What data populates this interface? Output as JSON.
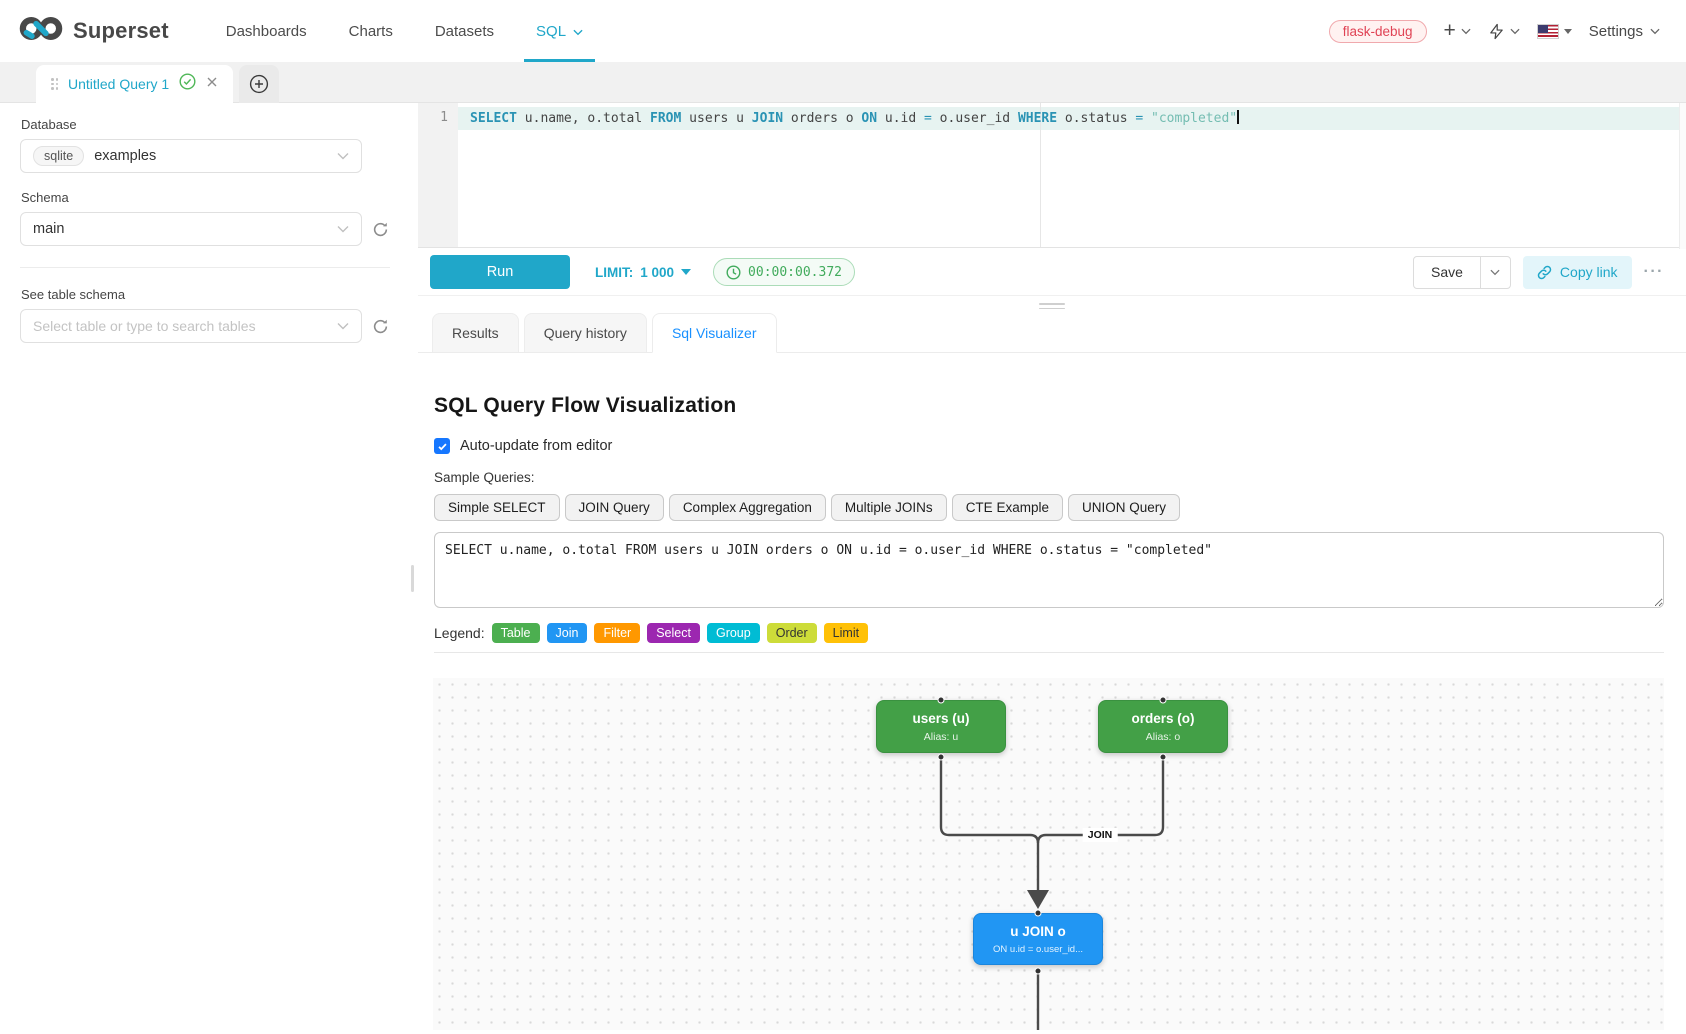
{
  "colors": {
    "accent": "#20a7c9",
    "active_result_tab": "#1890ff",
    "env_tag": "#e04355",
    "timer_green": "#41ab5c",
    "table_node_green": "#43a047",
    "join_node_blue": "#2196f3"
  },
  "navbar": {
    "brand": "Superset",
    "items": [
      {
        "label": "Dashboards"
      },
      {
        "label": "Charts"
      },
      {
        "label": "Datasets"
      },
      {
        "label": "SQL"
      }
    ],
    "env_tag": "flask-debug",
    "settings": "Settings"
  },
  "query_tab": {
    "title": "Untitled Query 1"
  },
  "sidebar": {
    "database_label": "Database",
    "database_engine": "sqlite",
    "database_name": "examples",
    "schema_label": "Schema",
    "schema_value": "main",
    "table_schema_label": "See table schema",
    "table_placeholder": "Select table or type to search tables"
  },
  "editor": {
    "line_number": "1",
    "sql": "SELECT u.name, o.total FROM users u JOIN orders o ON u.id = o.user_id WHERE o.status = \"completed\"",
    "tokens": [
      {
        "type": "kw",
        "text": "SELECT"
      },
      {
        "type": "plain",
        "text": " u.name, o.total "
      },
      {
        "type": "kw",
        "text": "FROM"
      },
      {
        "type": "plain",
        "text": " users u "
      },
      {
        "type": "kw",
        "text": "JOIN"
      },
      {
        "type": "plain",
        "text": " orders o "
      },
      {
        "type": "kw",
        "text": "ON"
      },
      {
        "type": "plain",
        "text": " u.id "
      },
      {
        "type": "op",
        "text": "="
      },
      {
        "type": "plain",
        "text": " o.user_id "
      },
      {
        "type": "kw",
        "text": "WHERE"
      },
      {
        "type": "plain",
        "text": " o.status "
      },
      {
        "type": "op",
        "text": "="
      },
      {
        "type": "plain",
        "text": " "
      },
      {
        "type": "str",
        "text": "\"completed\""
      }
    ]
  },
  "toolbar": {
    "run": "Run",
    "limit_label": "LIMIT:",
    "limit_value": "1 000",
    "timer": "00:00:00.372",
    "save": "Save",
    "copy_link": "Copy link",
    "more": "···"
  },
  "south_tabs": [
    {
      "label": "Results"
    },
    {
      "label": "Query history"
    },
    {
      "label": "Sql Visualizer"
    }
  ],
  "visualizer": {
    "title": "SQL Query Flow Visualization",
    "auto_update_label": "Auto-update from editor",
    "auto_update_checked": true,
    "sample_label": "Sample Queries:",
    "samples": [
      {
        "label": "Simple SELECT"
      },
      {
        "label": "JOIN Query"
      },
      {
        "label": "Complex Aggregation"
      },
      {
        "label": "Multiple JOINs"
      },
      {
        "label": "CTE Example"
      },
      {
        "label": "UNION Query"
      }
    ],
    "sql_text": "SELECT u.name, o.total FROM users u JOIN orders o ON u.id = o.user_id WHERE o.status = \"completed\"",
    "legend_label": "Legend:",
    "legend": [
      {
        "label": "Table",
        "color": "#4caf50"
      },
      {
        "label": "Join",
        "color": "#2196f3"
      },
      {
        "label": "Filter",
        "color": "#ff9800"
      },
      {
        "label": "Select",
        "color": "#9c27b0"
      },
      {
        "label": "Group",
        "color": "#00bcd4"
      },
      {
        "label": "Order",
        "color": "#cddc39",
        "dark_text": true
      },
      {
        "label": "Limit",
        "color": "#ffc107",
        "dark_text": true
      }
    ],
    "flow": {
      "nodes": [
        {
          "title": "users (u)",
          "subtitle": "Alias: u",
          "type": "table"
        },
        {
          "title": "orders (o)",
          "subtitle": "Alias: o",
          "type": "table"
        },
        {
          "title": "u JOIN o",
          "subtitle": "ON u.id = o.user_id...",
          "type": "join"
        }
      ],
      "edge_label": "JOIN"
    }
  }
}
